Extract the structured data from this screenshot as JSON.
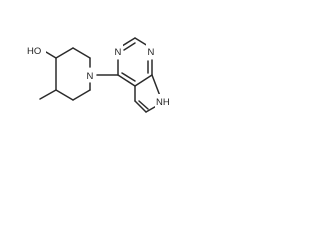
{
  "structure": {
    "ring_nitrogen_label": "N",
    "pyrimidine_n1_label": "N",
    "pyrimidine_n3_label": "N",
    "hydroxyl_label": "HO",
    "pyrrole_nh_label": "NH"
  }
}
